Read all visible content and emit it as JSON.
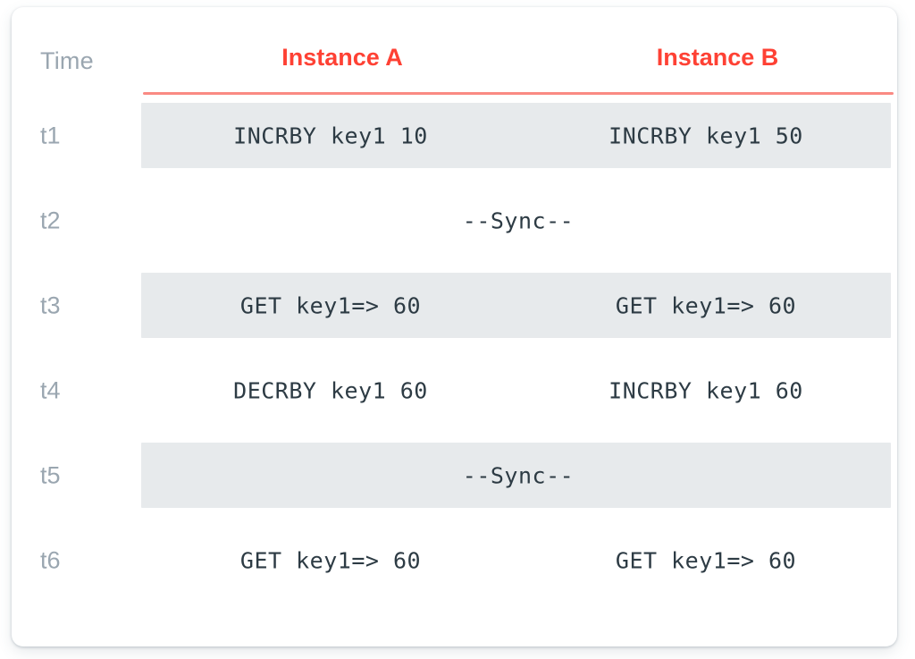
{
  "colors": {
    "accent": "#fe4134",
    "accent_rule": "#fa8a83",
    "time_label": "#9aa6b0",
    "stripe": "#e7eaec",
    "code_text": "#2d3b44",
    "card_background": "#ffffff",
    "page_background": "#ffffff"
  },
  "table": {
    "headers": {
      "time": "Time",
      "instance_a": "Instance A",
      "instance_b": "Instance B"
    },
    "rows": [
      {
        "time": "t1",
        "striped": true,
        "spans_columns": false,
        "instance_a": "INCRBY key1 10",
        "instance_b": "INCRBY key1 50"
      },
      {
        "time": "t2",
        "striped": false,
        "spans_columns": true,
        "span_text": "--Sync--"
      },
      {
        "time": "t3",
        "striped": true,
        "spans_columns": false,
        "instance_a": "GET key1=> 60",
        "instance_b": "GET key1=> 60"
      },
      {
        "time": "t4",
        "striped": false,
        "spans_columns": false,
        "instance_a": "DECRBY key1 60",
        "instance_b": "INCRBY key1 60"
      },
      {
        "time": "t5",
        "striped": true,
        "spans_columns": true,
        "span_text": "--Sync--"
      },
      {
        "time": "t6",
        "striped": false,
        "spans_columns": false,
        "instance_a": "GET key1=> 60",
        "instance_b": "GET key1=> 60"
      }
    ]
  }
}
